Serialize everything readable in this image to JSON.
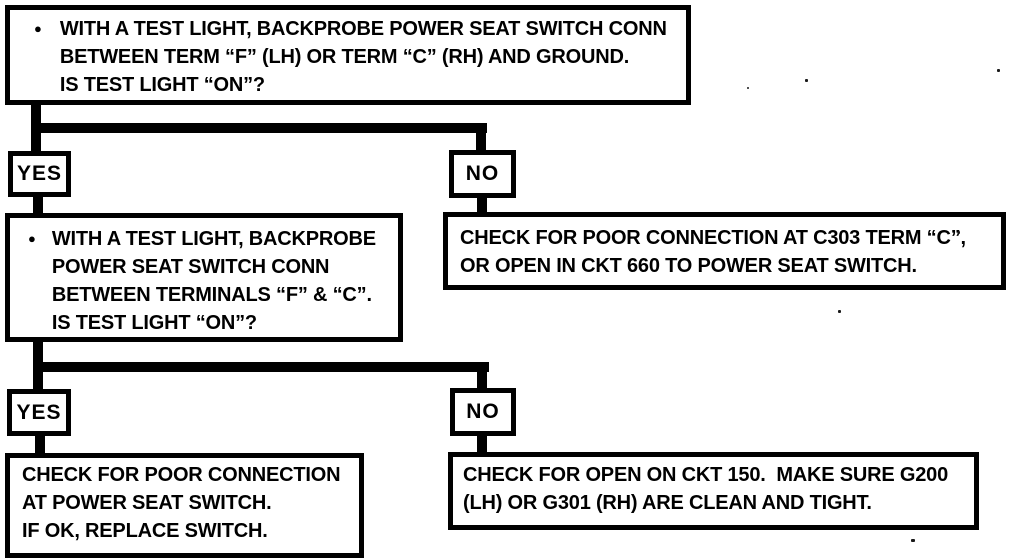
{
  "colors": {
    "ink": "#000000",
    "paper": "#ffffff"
  },
  "flowchart": {
    "step1": {
      "bullet": "●",
      "lines": [
        "WITH A TEST LIGHT, BACKPROBE POWER SEAT SWITCH CONN",
        "BETWEEN TERM “F” (LH) OR TERM “C” (RH) AND GROUND.",
        "IS TEST LIGHT “ON”?"
      ]
    },
    "branch1": {
      "yes": "YES",
      "no": "NO"
    },
    "step2": {
      "bullet": "●",
      "lines": [
        "WITH A TEST LIGHT, BACKPROBE",
        "POWER SEAT SWITCH CONN",
        "BETWEEN TERMINALS “F” & “C”.",
        "IS TEST LIGHT “ON”?"
      ]
    },
    "result_no1": {
      "lines": [
        "CHECK FOR POOR CONNECTION AT C303 TERM “C”,",
        "OR OPEN IN CKT 660 TO POWER SEAT SWITCH."
      ]
    },
    "branch2": {
      "yes": "YES",
      "no": "NO"
    },
    "result_yes2": {
      "lines": [
        "CHECK FOR POOR CONNECTION",
        "AT POWER SEAT SWITCH.",
        "IF OK, REPLACE SWITCH."
      ]
    },
    "result_no2": {
      "lines": [
        "CHECK FOR OPEN ON CKT 150.  MAKE SURE G200",
        "(LH) OR G301 (RH) ARE CLEAN AND TIGHT."
      ]
    }
  }
}
